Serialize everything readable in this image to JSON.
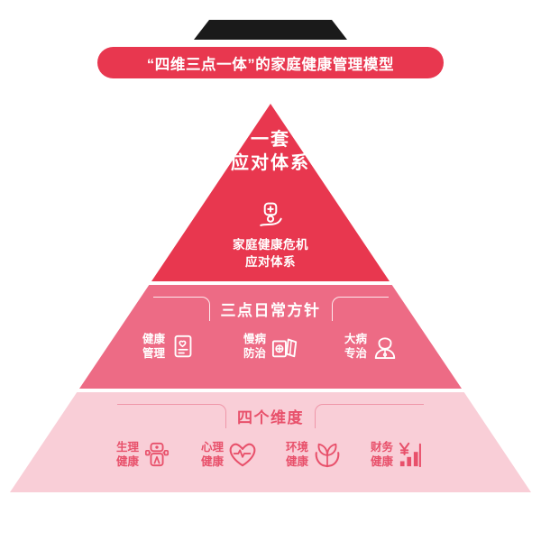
{
  "banner": {
    "title": "“四维三点一体”的家庭健康管理模型"
  },
  "colors": {
    "brand_strong": "#e8374f",
    "brand_mid": "#ed6b85",
    "brand_light": "#f9ced7",
    "text_on_light": "#e8516b",
    "tab_black": "#1a1a1a",
    "background": "#ffffff"
  },
  "pyramid": {
    "top_tier": {
      "heading": "一套\n应对体系",
      "heading_line1": "一套",
      "heading_line2": "应对体系",
      "icon": "hand-holding-medical-cross-icon",
      "subtitle_line1": "家庭健康危机",
      "subtitle_line2": "应对体系"
    },
    "middle_tier": {
      "heading": "三点日常方针",
      "items": [
        {
          "label_line1": "健康",
          "label_line2": "管理",
          "icon": "health-record-heart-icon"
        },
        {
          "label_line1": "慢病",
          "label_line2": "防治",
          "icon": "hospital-building-icon"
        },
        {
          "label_line1": "大病",
          "label_line2": "专治",
          "icon": "doctor-person-icon"
        }
      ]
    },
    "bottom_tier": {
      "heading": "四个维度",
      "items": [
        {
          "label_line1": "生理",
          "label_line2": "健康",
          "icon": "body-dumbbell-icon"
        },
        {
          "label_line1": "心理",
          "label_line2": "健康",
          "icon": "heart-pulse-icon"
        },
        {
          "label_line1": "环境",
          "label_line2": "健康",
          "icon": "hands-leaf-icon"
        },
        {
          "label_line1": "财务",
          "label_line2": "健康",
          "icon": "yuan-bar-chart-icon"
        }
      ]
    }
  }
}
